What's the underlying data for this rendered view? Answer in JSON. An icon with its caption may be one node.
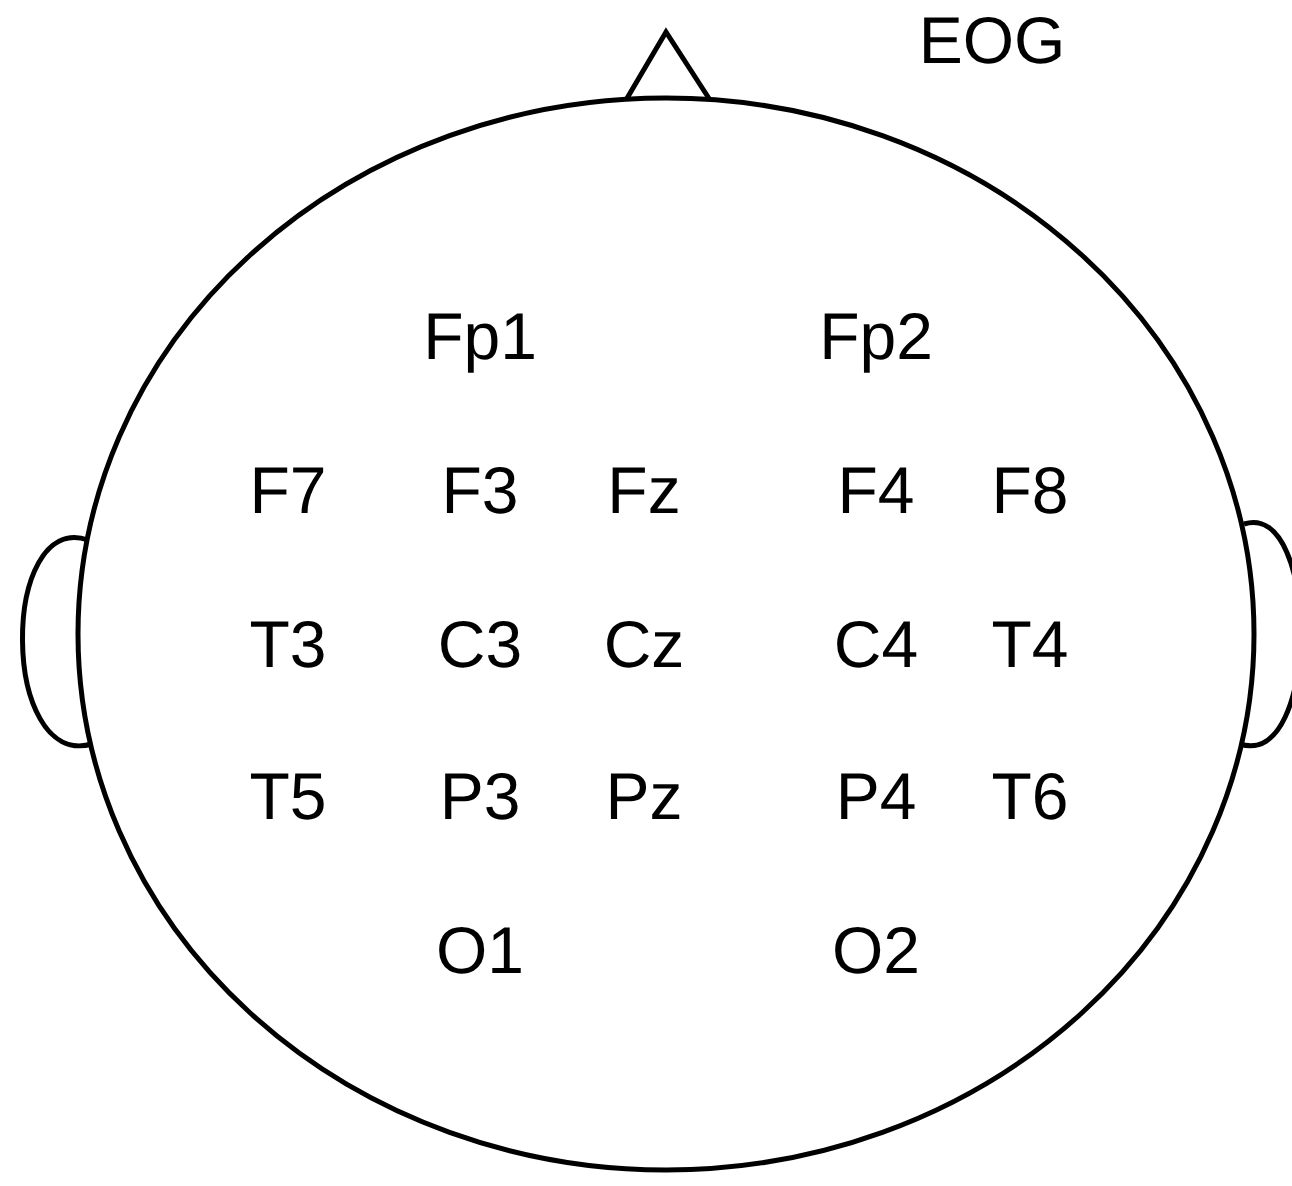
{
  "diagram": {
    "labels": [
      "EOG",
      "Fp1",
      "Fp2",
      "F7",
      "F3",
      "Fz",
      "F4",
      "F8",
      "T3",
      "C3",
      "Cz",
      "C4",
      "T4",
      "T5",
      "P3",
      "Pz",
      "P4",
      "T6",
      "O1",
      "O2"
    ]
  }
}
